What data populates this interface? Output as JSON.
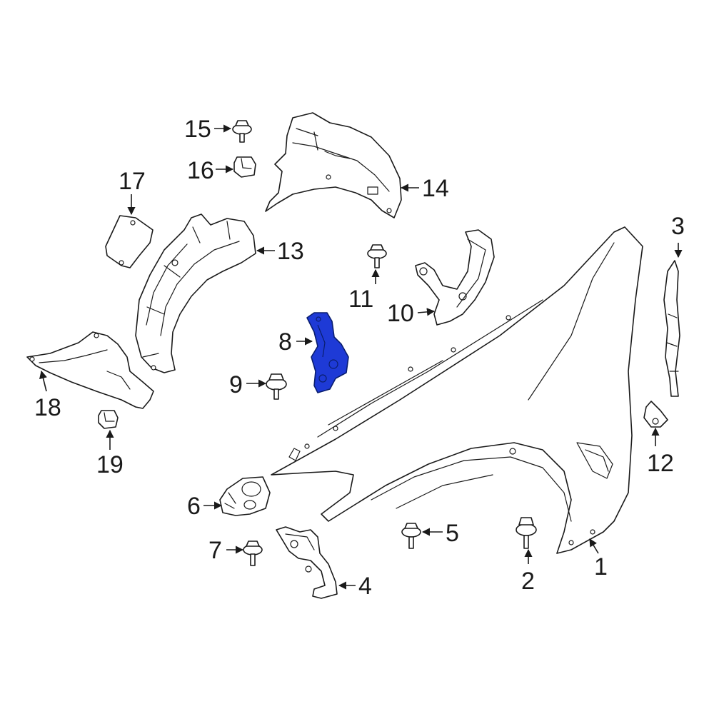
{
  "diagram": {
    "highlight_color": "#1e3ad6",
    "line_color": "#1a1a1a",
    "background": "#ffffff",
    "highlighted_part": "8",
    "callouts": {
      "c1": "1",
      "c2": "2",
      "c3": "3",
      "c4": "4",
      "c5": "5",
      "c6": "6",
      "c7": "7",
      "c8": "8",
      "c9": "9",
      "c10": "10",
      "c11": "11",
      "c12": "12",
      "c13": "13",
      "c14": "14",
      "c15": "15",
      "c16": "16",
      "c17": "17",
      "c18": "18",
      "c19": "19"
    }
  }
}
